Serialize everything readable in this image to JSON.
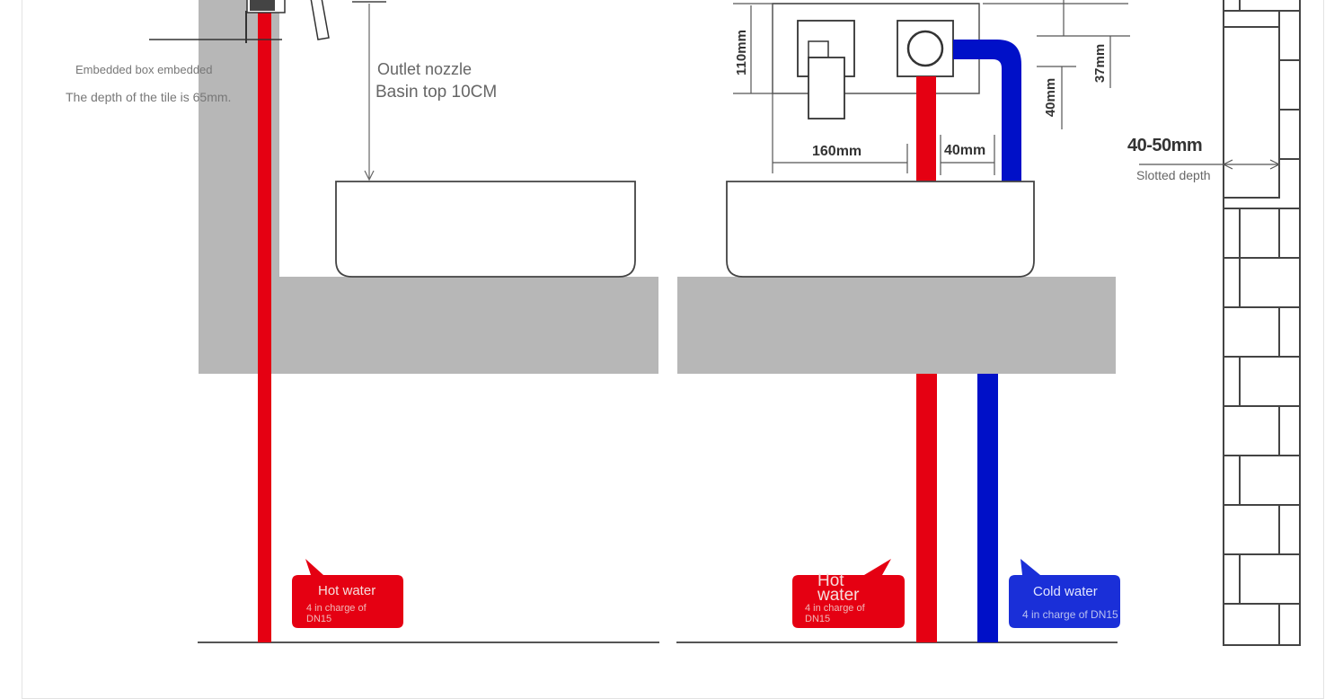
{
  "labels": {
    "embedded_box": "Embedded box embedded",
    "tile_depth": "The depth of the tile is 65mm.",
    "outlet_nozzle": "Outlet nozzle",
    "basin_top": "Basin top 10CM",
    "dim_110": "110mm",
    "dim_160": "160mm",
    "dim_40_horizontal": "40mm",
    "dim_40_vertical": "40mm",
    "dim_37": "37mm",
    "slot_range": "40-50mm",
    "slotted_depth": "Slotted depth"
  },
  "callouts": {
    "left_hot": {
      "title": "Hot water",
      "sub": "4 in charge of DN15"
    },
    "right_hot": {
      "title": "Hot water",
      "sub": "4 in charge of DN15"
    },
    "right_cold": {
      "title": "Cold water",
      "sub": "4 in charge of DN15"
    }
  },
  "colors": {
    "hot_pipe": "#e50012",
    "cold_pipe": "#0010c8",
    "wall_gray": "#b7b7b7",
    "outline": "#333333",
    "cold_bubble": "#1a2fd8"
  }
}
